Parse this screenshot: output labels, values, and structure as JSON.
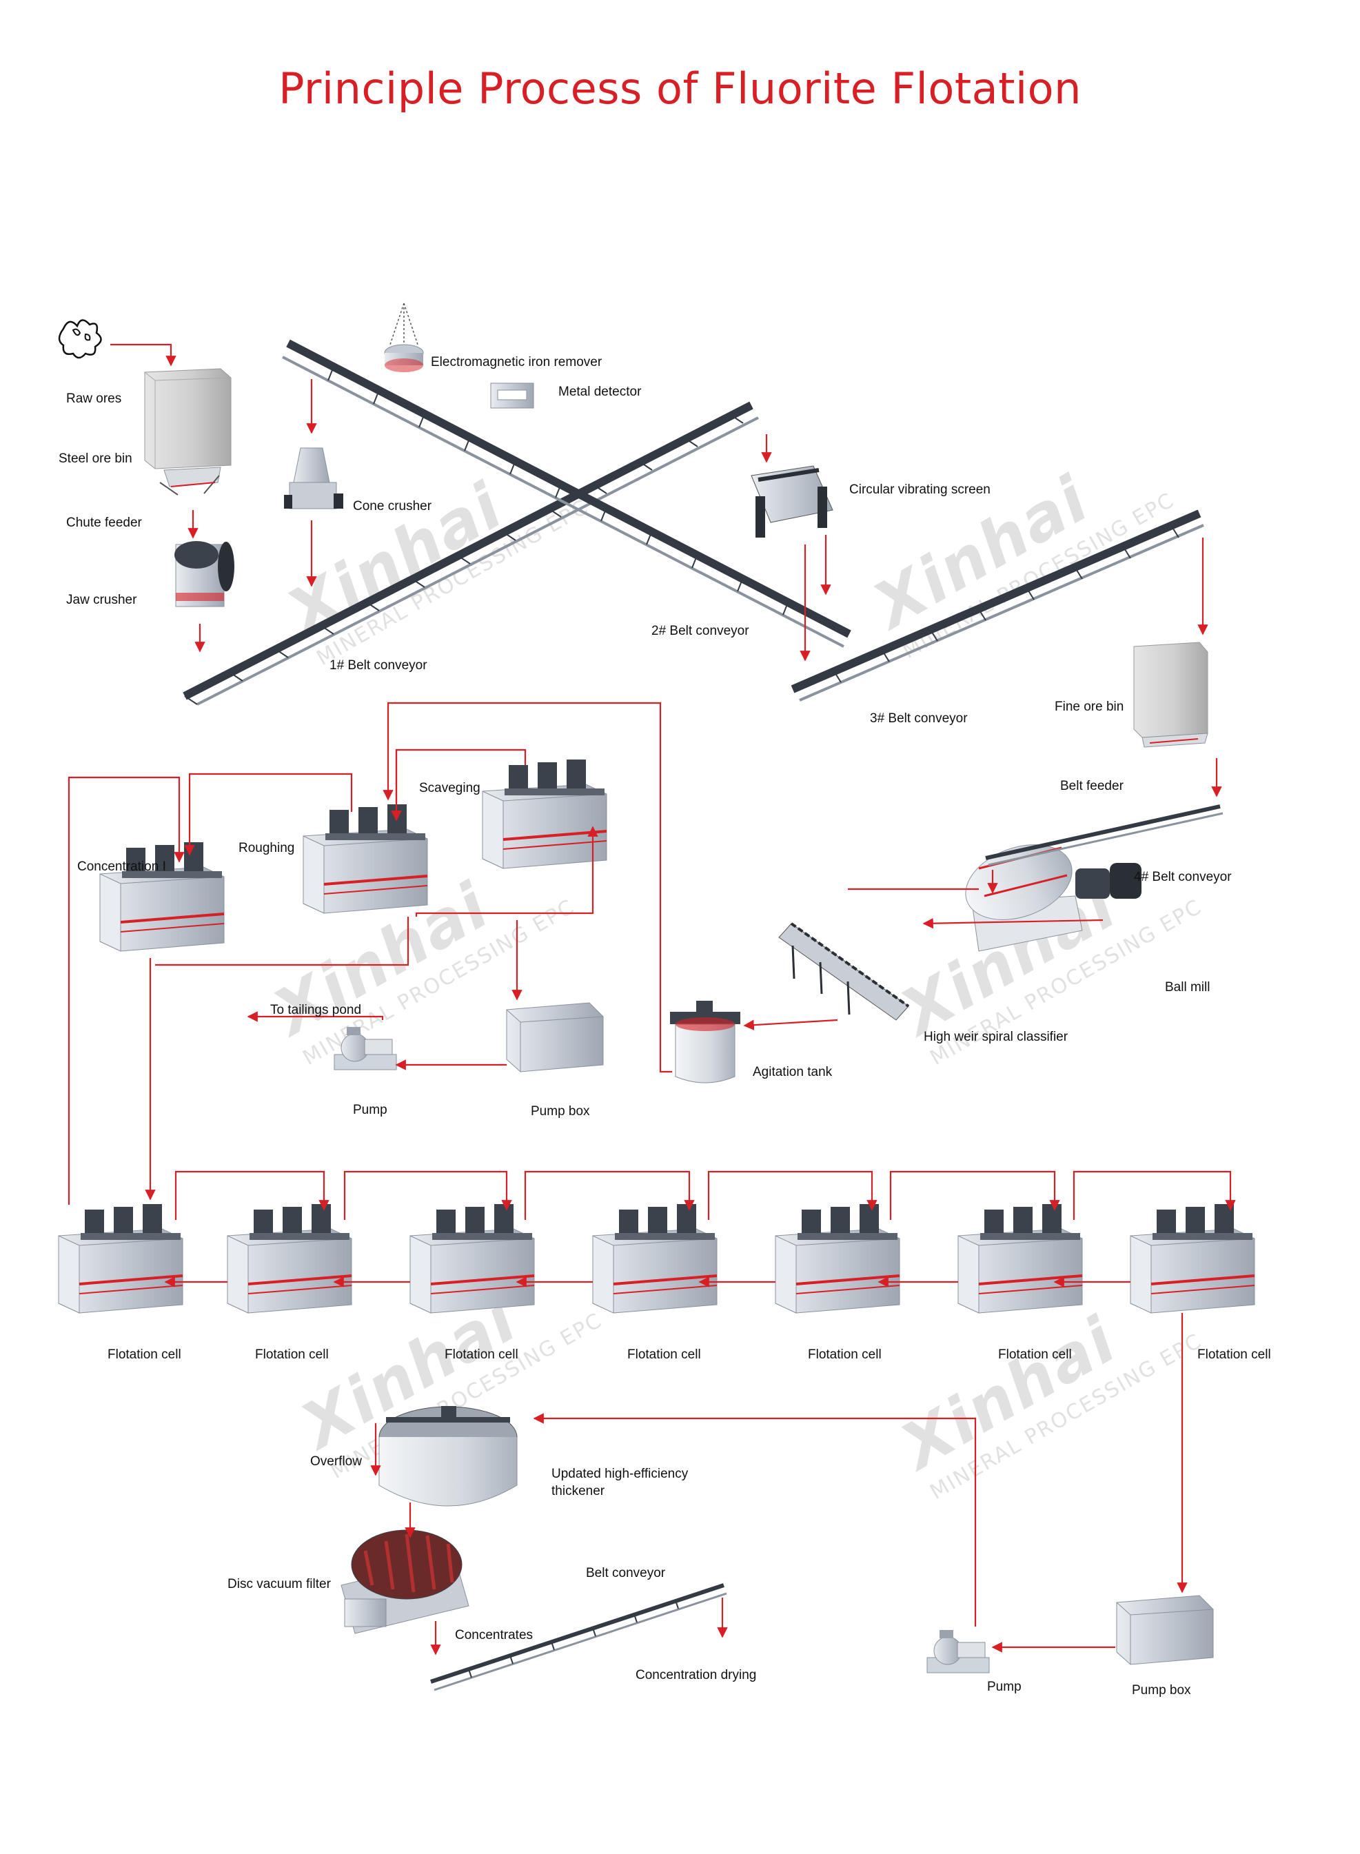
{
  "title": "Principle Process of Fluorite Flotation",
  "colors": {
    "accent": "#d81f26",
    "arrow": "#d81f26",
    "equipment": "#c9ced6",
    "truss": "#333a44"
  },
  "watermark": {
    "brand": "Xinhai",
    "tagline": "MINERAL PROCESSING EPC"
  },
  "labels": {
    "raw_ores": "Raw ores",
    "steel_ore_bin": "Steel ore bin",
    "chute_feeder": "Chute feeder",
    "jaw_crusher": "Jaw crusher",
    "electromagnetic_iron_remover": "Electromagnetic iron remover",
    "metal_detector": "Metal detector",
    "cone_crusher": "Cone crusher",
    "circular_vibrating_screen": "Circular vibrating screen",
    "belt_conveyor_1": "1# Belt conveyor",
    "belt_conveyor_2": "2# Belt conveyor",
    "belt_conveyor_3": "3# Belt conveyor",
    "fine_ore_bin": "Fine ore bin",
    "belt_feeder": "Belt feeder",
    "belt_conveyor_4": "4# Belt conveyor",
    "ball_mill": "Ball mill",
    "high_weir_spiral_classifier": "High weir spiral classifier",
    "agitation_tank": "Agitation tank",
    "scaveging": "Scaveging",
    "roughing": "Roughing",
    "concentration_1": "Concentration I",
    "to_tailings_pond": "To tailings pond",
    "pump_1": "Pump",
    "pump_box_1": "Pump box",
    "flotation_cell": "Flotation cell",
    "overflow": "Overflow",
    "thickener_line1": "Updated high-efficiency",
    "thickener_line2": "thickener",
    "disc_vacuum_filter": "Disc vacuum filter",
    "belt_conveyor_final": "Belt conveyor",
    "concentrates": "Concentrates",
    "concentration_drying": "Concentration drying",
    "pump_2": "Pump",
    "pump_box_2": "Pump box"
  }
}
